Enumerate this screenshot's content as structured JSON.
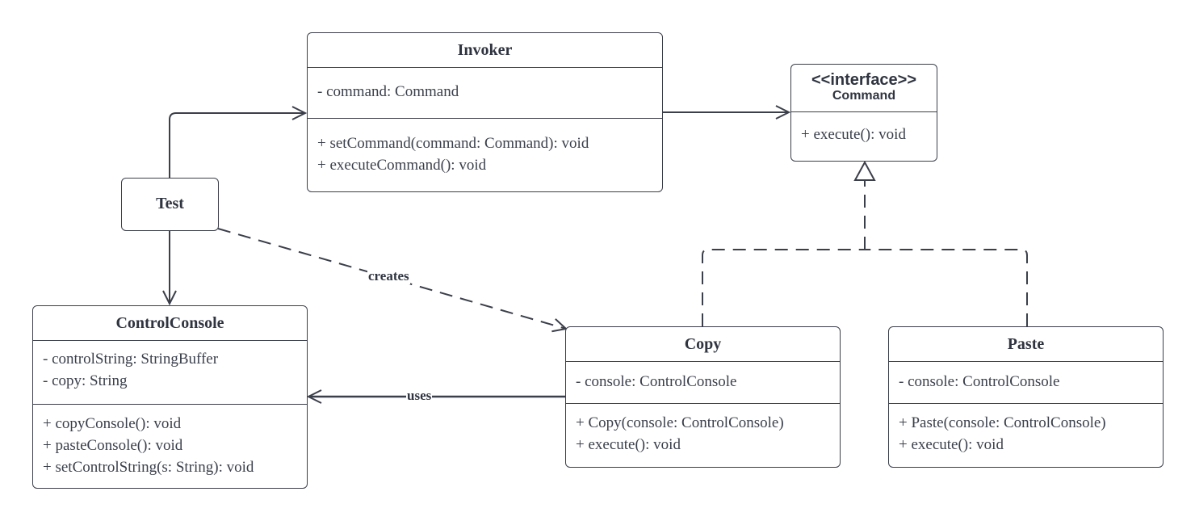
{
  "classes": {
    "invoker": {
      "name": "Invoker",
      "attributes": [
        "- command: Command"
      ],
      "methods": [
        "+ setCommand(command: Command): void",
        "+ executeCommand(): void"
      ]
    },
    "command": {
      "stereotype": "<<interface>>",
      "name": "Command",
      "methods": [
        "+ execute(): void"
      ]
    },
    "test": {
      "name": "Test"
    },
    "control_console": {
      "name": "ControlConsole",
      "attributes": [
        "- controlString: StringBuffer",
        "- copy: String"
      ],
      "methods": [
        "+ copyConsole(): void",
        "+ pasteConsole(): void",
        "+ setControlString(s: String): void"
      ]
    },
    "copy": {
      "name": "Copy",
      "attributes": [
        "- console: ControlConsole"
      ],
      "methods": [
        "+ Copy(console: ControlConsole)",
        "+ execute(): void"
      ]
    },
    "paste": {
      "name": "Paste",
      "attributes": [
        "- console: ControlConsole"
      ],
      "methods": [
        "+ Paste(console: ControlConsole)",
        "+ execute(): void"
      ]
    }
  },
  "relations": {
    "creates_label": "creates",
    "uses_label": "uses"
  },
  "colors": {
    "stroke": "#3b3f4a",
    "text": "#3a3f4b"
  }
}
